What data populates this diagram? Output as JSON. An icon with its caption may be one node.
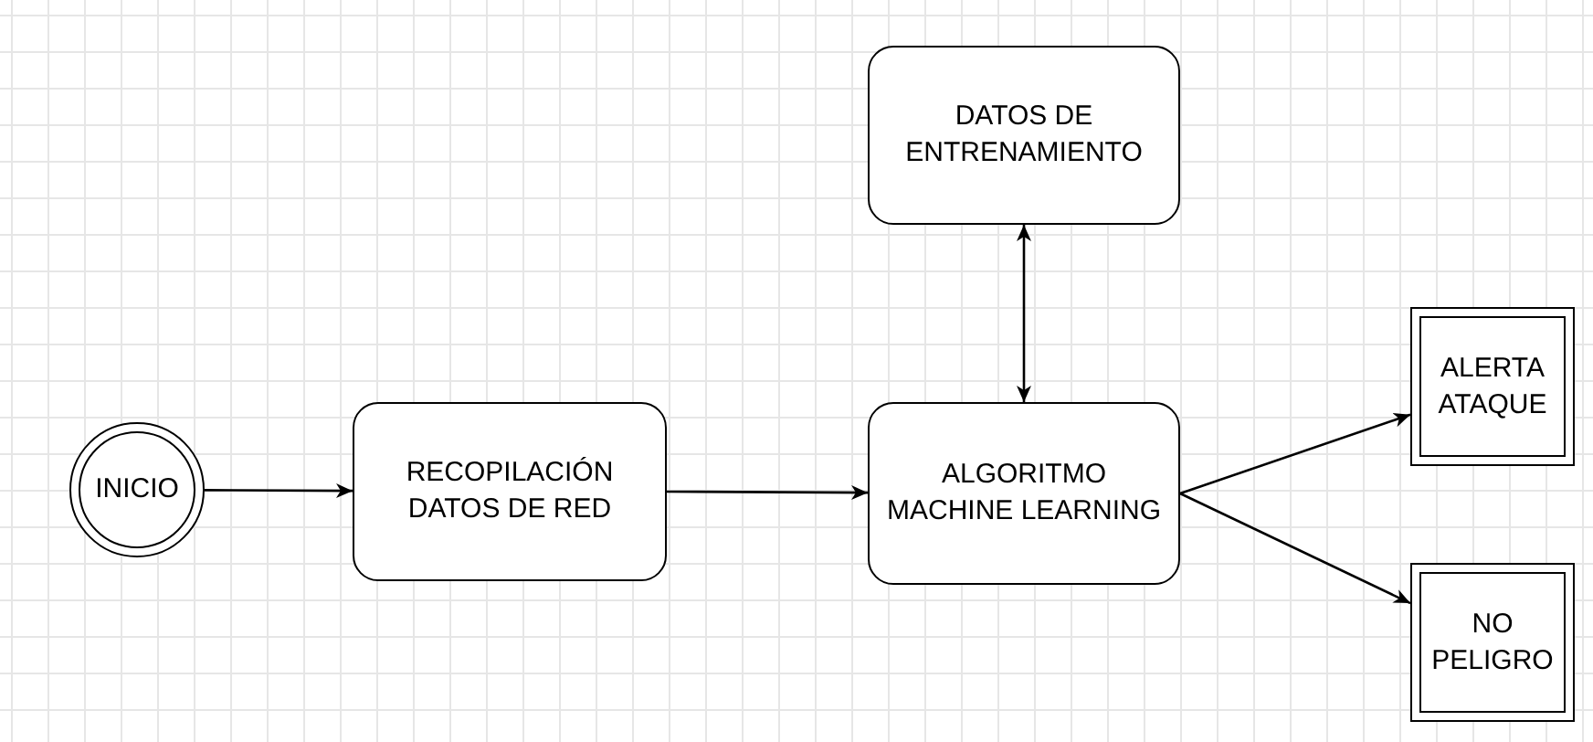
{
  "diagram": {
    "nodes": [
      {
        "text": [
          "INICIO"
        ]
      },
      {
        "text": [
          "RECOPILACIÓN DATOS DE RED"
        ]
      },
      {
        "text": [
          "ALGORITMO MACHINE LEARNING"
        ]
      },
      {
        "text": [
          "DATOS DE ENTRENAMIENTO"
        ]
      },
      {
        "text": [
          "ALERTA ATAQUE"
        ]
      },
      {
        "text": [
          "NO PELIGRO"
        ]
      }
    ],
    "edges": [
      {
        "from": 0,
        "to": 1,
        "arrow": "to"
      },
      {
        "from": 1,
        "to": 2,
        "arrow": "to"
      },
      {
        "from": 2,
        "to": 3,
        "arrow": "both"
      },
      {
        "from": 2,
        "to": 4,
        "arrow": "to"
      },
      {
        "from": 2,
        "to": 5,
        "arrow": "to"
      }
    ]
  }
}
